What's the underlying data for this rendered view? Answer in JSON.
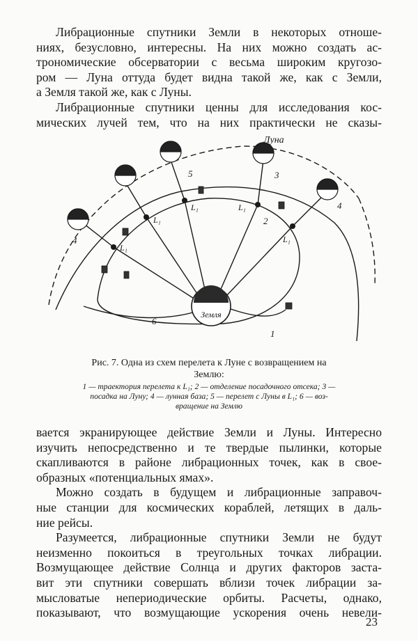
{
  "paragraphs_top": [
    [
      "Либрационные спутники Земли в некоторых отноше-",
      "ниях, безусловно, интересны. На них можно создать ас-",
      "трономические обсерватории с весьма широким кругозо-",
      "ром — Луна оттуда будет видна такой же, как с Земли,",
      "а Земля такой же, как с Луны."
    ],
    [
      "Либрационные спутники ценны для исследования кос-",
      "мических лучей тем, что на них практически не сказы-"
    ]
  ],
  "figure": {
    "moon_label": "Луна",
    "earth_label": "Земля",
    "labels": {
      "n1": "1",
      "n2": "2",
      "n3": "3",
      "n4a": "4",
      "n4b": "4",
      "n5": "5",
      "n6": "6",
      "L1a": "L₁",
      "L1b": "L₁",
      "L1c": "L₁",
      "L1d": "L₁",
      "L1e": "L₁"
    }
  },
  "caption": {
    "line1": "Рис. 7. Одна из схем перелета к Луне с возвращением на",
    "line2": "Землю:"
  },
  "legend": {
    "line1": "1 — траектория перелета к L₁; 2 — отделение посадочного отсека; 3 —",
    "line2": "посадка на Луну; 4 — лунная база; 5 — перелет с Луны в L₁; 6 — воз-",
    "line3": "вращение на Землю"
  },
  "paragraphs_bottom": [
    [
      "вается экранирующее действие Земли и Луны. Интересно",
      "изучить непосредственно и те твердые пылинки, которые",
      "скапливаются в районе либрационных точек, как в свое-",
      "образных «потенциальных ямах»."
    ],
    [
      "Можно создать в будущем и либрационные заправоч-",
      "ные станции для космических кораблей, летящих в даль-",
      "ние рейсы."
    ],
    [
      "Разумеется, либрационные спутники Земли не будут",
      "неизменно покоиться в треугольных точках либрации.",
      "Возмущающее действие Солнца и других факторов заста-",
      "вит эти спутники совершать вблизи точек либрации за-",
      "мысловатые непериодические орбиты. Расчеты, однако,",
      "показывают, что возмущающие ускорения очень невели-"
    ]
  ],
  "page_number": "23"
}
